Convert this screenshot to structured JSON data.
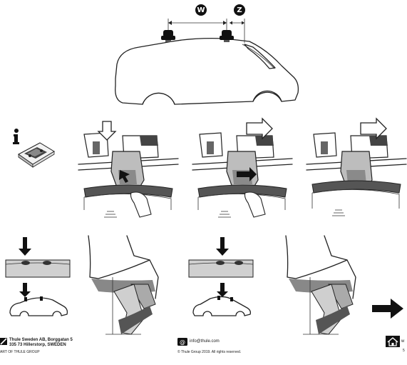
{
  "header": {
    "dimension_w": "W",
    "dimension_z": "Z"
  },
  "footer": {
    "company_name": "Thule Sweden AB, Borggatan 5",
    "company_address": "335 73 Hillerstorp, SWEDEN",
    "group_label": "ART OF THULE GROUP",
    "email": "info@thule.com",
    "copyright": "© Thule Group 2019. All rights reserved.",
    "web_partial": "w",
    "page_partial": "5"
  },
  "icons": {
    "info": "info-icon",
    "email": "email-icon",
    "home": "home-icon",
    "next": "arrow-right-icon"
  },
  "colors": {
    "ink": "#111111",
    "line": "#222222",
    "surface": "#d8d8d8"
  }
}
